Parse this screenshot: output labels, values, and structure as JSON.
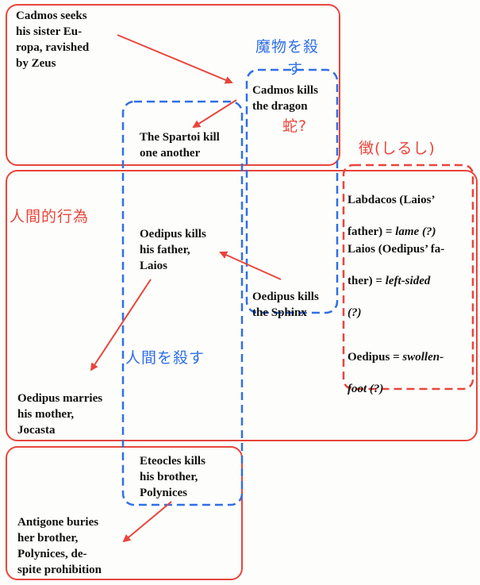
{
  "cells": {
    "cadmos_seeks": "Cadmos seeks\nhis sister Eu-\nropa, ravished\nby Zeus",
    "cadmos_kills": "Cadmos kills\nthe dragon",
    "spartoi": "The Spartoi kill\none another",
    "oedipus_kills_father": "Oedipus kills\nhis father,\nLaios",
    "oedipus_sphinx": "Oedipus kills\nthe Sphinx",
    "oedipus_marries": "Oedipus marries\nhis mother,\nJocasta",
    "eteocles": "Eteocles kills\nhis brother,\nPolynices",
    "antigone": "Antigone buries\nher brother,\nPolynices, de-\nspite prohibition"
  },
  "names": {
    "labdacos_a": "Labdacos (Laios’",
    "labdacos_b": "father) = ",
    "labdacos_i": "lame",
    "labdacos_q": " (?)",
    "laios_a": "Laios (Oedipus’ fa-",
    "laios_b": "ther) = ",
    "laios_i": "left-sided",
    "laios_q": "(?)",
    "oedipus_a": "Oedipus = ",
    "oedipus_i": "swollen-",
    "oedipus_i2": "foot",
    "oedipus_q": " (?)"
  },
  "annotations": {
    "monster": "魔物を殺す",
    "snake": "蛇?",
    "sign": "徴(しるし)",
    "human_act": "人間的行為",
    "kill_human": "人間を殺す"
  },
  "colors": {
    "red": "#e8453c",
    "blue": "#2f6fe6"
  }
}
